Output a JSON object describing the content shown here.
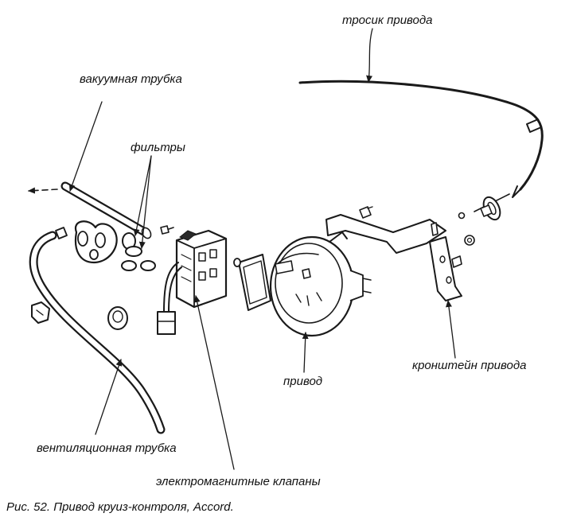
{
  "labels": {
    "cable": "тросик привода",
    "vacuum_tube": "вакуумная трубка",
    "filters": "фильтры",
    "actuator": "привод",
    "bracket": "кронштейн привода",
    "vent_tube": "вентиляционная трубка",
    "solenoids": "электромагнитные клапаны"
  },
  "caption": "Рис. 52. Привод круиз-контроля, Accord."
}
